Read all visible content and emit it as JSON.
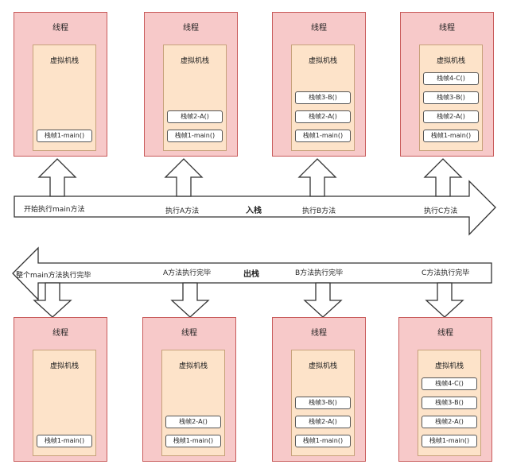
{
  "threads_top": [
    {
      "title": "线程",
      "stack_title": "虚拟机栈",
      "frames": [
        "栈帧1-main()"
      ]
    },
    {
      "title": "线程",
      "stack_title": "虚拟机栈",
      "frames": [
        "栈帧2-A()",
        "栈帧1-main()"
      ]
    },
    {
      "title": "线程",
      "stack_title": "虚拟机栈",
      "frames": [
        "栈帧3-B()",
        "栈帧2-A()",
        "栈帧1-main()"
      ]
    },
    {
      "title": "线程",
      "stack_title": "虚拟机栈",
      "frames": [
        "栈帧4-C()",
        "栈帧3-B()",
        "栈帧2-A()",
        "栈帧1-main()"
      ]
    }
  ],
  "threads_bottom": [
    {
      "title": "线程",
      "stack_title": "虚拟机栈",
      "frames": [
        "栈帧1-main()"
      ]
    },
    {
      "title": "线程",
      "stack_title": "虚拟机栈",
      "frames": [
        "栈帧2-A()",
        "栈帧1-main()"
      ]
    },
    {
      "title": "线程",
      "stack_title": "虚拟机栈",
      "frames": [
        "栈帧3-B()",
        "栈帧2-A()",
        "栈帧1-main()"
      ]
    },
    {
      "title": "线程",
      "stack_title": "虚拟机栈",
      "frames": [
        "栈帧4-C()",
        "栈帧3-B()",
        "栈帧2-A()",
        "栈帧1-main()"
      ]
    }
  ],
  "push_arrow": {
    "title": "入栈",
    "steps": [
      "开始执行main方法",
      "执行A方法",
      "执行B方法",
      "执行C方法"
    ]
  },
  "pop_arrow": {
    "title": "出栈",
    "steps": [
      "整个main方法执行完毕",
      "A方法执行完毕",
      "B方法执行完毕",
      "C方法执行完毕"
    ]
  },
  "colors": {
    "thread_fill": "#f7c9c9",
    "thread_border": "#c85a5a",
    "stack_fill": "#fde3c9",
    "arrow_stroke": "#333333"
  }
}
